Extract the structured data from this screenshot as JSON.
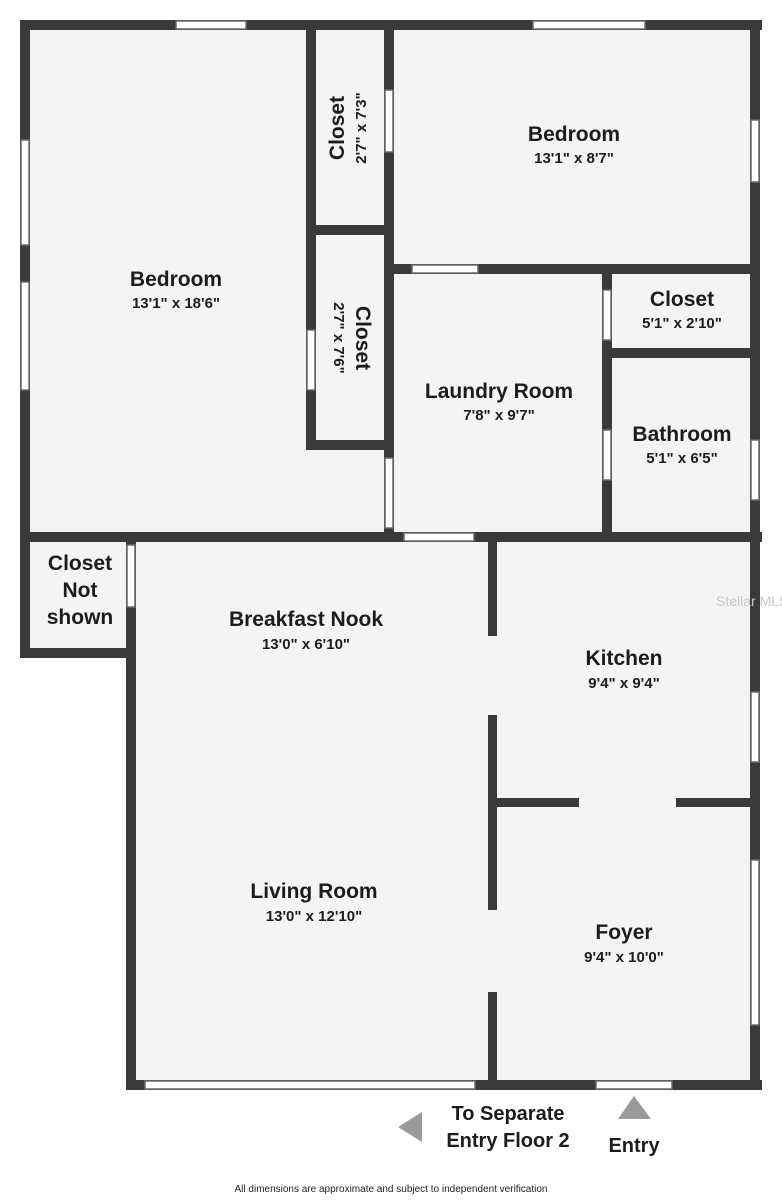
{
  "rooms": {
    "bedroom_left": {
      "name": "Bedroom",
      "dims": "13'1\" x 18'6\""
    },
    "closet_upper": {
      "name": "Closet",
      "dims": "2'7\" x 7'3\""
    },
    "closet_lower": {
      "name": "Closet",
      "dims": "2'7\" x 7'6\""
    },
    "bedroom_right": {
      "name": "Bedroom",
      "dims": "13'1\" x 8'7\""
    },
    "laundry": {
      "name": "Laundry Room",
      "dims": "7'8\" x 9'7\""
    },
    "closet_right": {
      "name": "Closet",
      "dims": "5'1\" x 2'10\""
    },
    "bathroom": {
      "name": "Bathroom",
      "dims": "5'1\" x 6'5\""
    },
    "closet_not_shown": {
      "line1": "Closet",
      "line2": "Not",
      "line3": "shown"
    },
    "breakfast_nook": {
      "name": "Breakfast Nook",
      "dims": "13'0\" x 6'10\""
    },
    "kitchen": {
      "name": "Kitchen",
      "dims": "9'4\" x 9'4\""
    },
    "living_room": {
      "name": "Living Room",
      "dims": "13'0\" x 12'10\""
    },
    "foyer": {
      "name": "Foyer",
      "dims": "9'4\" x 10'0\""
    }
  },
  "labels": {
    "separate_entry_line1": "To Separate",
    "separate_entry_line2": "Entry Floor 2",
    "entry": "Entry"
  },
  "watermark": "Stellar MLS",
  "footer": "All dimensions are approximate and subject to independent verification",
  "colors": {
    "wall": "#3a3a3a",
    "floor": "#f4f4f4",
    "arrow": "#9a9a9a"
  }
}
